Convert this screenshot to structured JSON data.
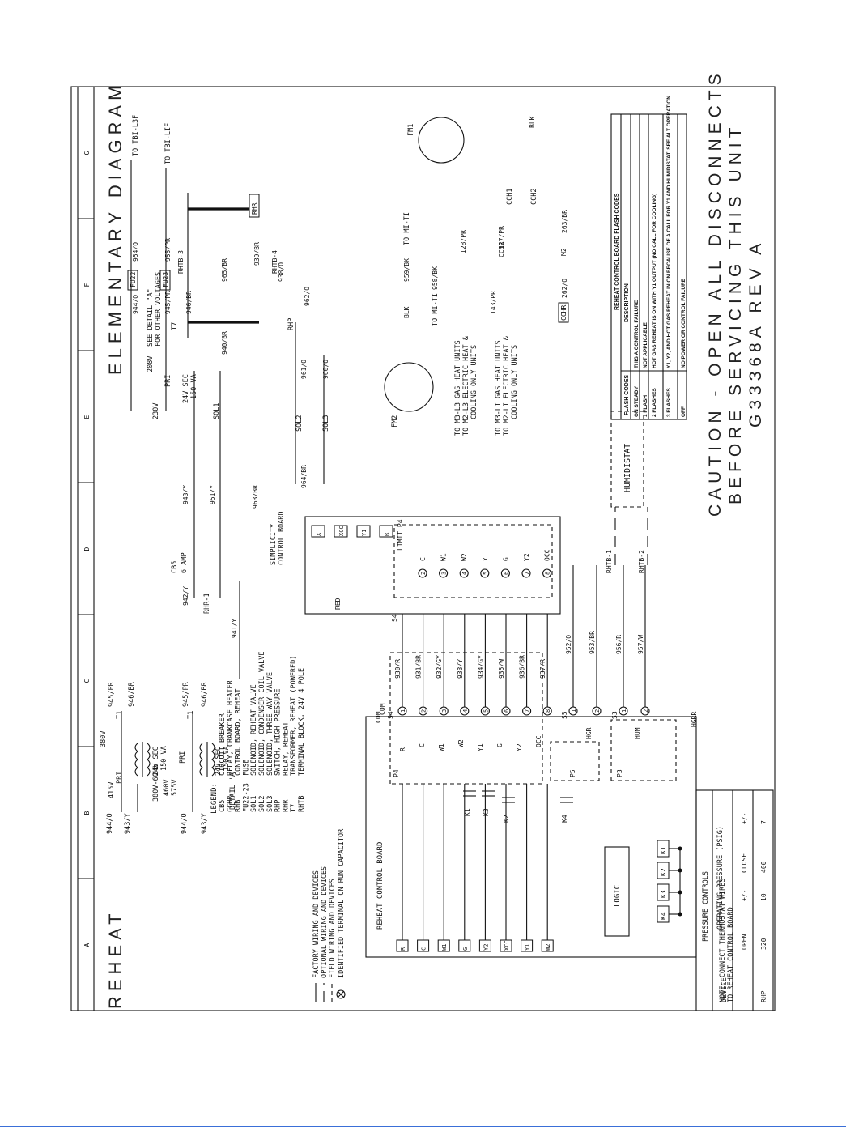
{
  "title": {
    "heading": "ELEMENTARY DIAGRAM",
    "model": "REHEAT",
    "caution": [
      "CAUTION - OPEN ALL DISCONNECTS",
      "BEFORE SERVICING THIS UNIT",
      "G33368A REV A"
    ]
  },
  "zones": [
    "A",
    "B",
    "C",
    "D",
    "E",
    "F",
    "G"
  ],
  "legend": {
    "heading": "LEGEND:",
    "items": [
      {
        "code": "CB5",
        "desc": "CIRCUIT BREAKER"
      },
      {
        "code": "CCHR",
        "desc": "RELAY, CRANKCASE HEATER"
      },
      {
        "code": "RHB",
        "desc": "CONTROL BOARD, REHEAT"
      },
      {
        "code": "FU22-23",
        "desc": "FUSE"
      },
      {
        "code": "SOL1",
        "desc": "SOLENOID, REHEAT VALVE"
      },
      {
        "code": "SOL2",
        "desc": "SOLENOID, CONDENSER COIL VALVE"
      },
      {
        "code": "SOL3",
        "desc": "SOLENOID, THREE WAY VALVE"
      },
      {
        "code": "RHP",
        "desc": "SWITCH, HIGH PRESSURE"
      },
      {
        "code": "RHR",
        "desc": "RELAY, REHEAT"
      },
      {
        "code": "T7",
        "desc": "TRANSFORMER, REHEAT (POWERED)"
      },
      {
        "code": "RHTB",
        "desc": "TERMINAL BLOCK, 24V 4 POLE"
      }
    ],
    "symbols": [
      "FACTORY WIRING AND DEVICES",
      "OPTIONAL WIRING AND DEVICES",
      "FIELD WIRING AND DEVICES",
      "IDENTIFIED TERMINAL ON RUN CAPACITOR"
    ]
  },
  "detail_a": {
    "label": "DETAIL 'A'",
    "freq": "380V-60Hz",
    "upper": {
      "taps": [
        "415V",
        "380V"
      ],
      "pri": "PRI",
      "sec": "24V SEC",
      "va": "150 VA",
      "t": "T1"
    },
    "lower": {
      "taps": [
        "460V",
        "575V"
      ],
      "pri": "PRI",
      "sec": "24V SEC",
      "va": "150 VA",
      "t": "T1"
    },
    "wires": [
      "944/O",
      "943/Y",
      "945/PR",
      "946/BR",
      "944/O",
      "943/Y",
      "945/PR",
      "946/BR"
    ]
  },
  "wires": {
    "w930": "930/R",
    "w931": "931/BR",
    "w932": "932/GY",
    "w933": "933/Y",
    "w934": "934/GY",
    "w935": "935/W",
    "w936": "936/BR",
    "w937": "937/R",
    "w952": "952/O",
    "w953": "953/BR",
    "w956": "956/R",
    "w957": "957/W",
    "w941": "941/Y",
    "w942": "942/Y",
    "w943": "943/Y",
    "w951": "951/Y",
    "w963": "963/BR",
    "w964": "964/BR",
    "w940": "940/BR",
    "w946": "946/BR",
    "w944": "944/O",
    "w945": "945/PR",
    "w954": "954/O",
    "w955": "955/PR",
    "w965": "965/BR",
    "w961": "961/O",
    "w960": "960/O",
    "w962": "962/O",
    "w938": "938/O",
    "w939": "939/BR",
    "w959": "959/BK",
    "w958": "958/BK",
    "w128": "128/PR",
    "w143": "143/PR",
    "w127": "127/PR",
    "w262": "262/O",
    "w263": "263/BR",
    "red": "RED",
    "blk": "BLK"
  },
  "components": {
    "cb5": "CB5",
    "cb5_rating": "6 AMP",
    "rhr1": "RHR-1",
    "simplicity": [
      "SIMPLICITY",
      "CONTROL BOARD"
    ],
    "t7_taps": [
      "230V",
      "208V"
    ],
    "t7_pri": "PRI",
    "t7_sec": "24V SEC",
    "t7_va": "150 VA",
    "t7": "T7",
    "see_detail": [
      "SEE DETAIL \"A\"",
      "FOR OTHER VOLTAGES"
    ],
    "fu22": "FU22",
    "fu23": "FU23",
    "rhtb3": "RHTB-3",
    "rhtb4": "RHTB-4",
    "rhr": "RHR",
    "sol1": "SOL1",
    "sol2": "SOL2",
    "sol3": "SOL3",
    "rhp": "RHP",
    "to_tb1_l3f": "TO TBI-L3F",
    "to_tb1_l1f": "TO TBI-LIF",
    "fm1": "FM1",
    "fm2": "FM2",
    "to_m1_t1": "TO MI-TI",
    "to_m1_ti": "TO MI-TI",
    "gas1": [
      "TO M3-L3 GAS HEAT UNITS",
      "TO M2-L3 ELECTRIC HEAT &",
      "COOLING ONLY UNITS"
    ],
    "gas2": [
      "TO M3-LI GAS HEAT UNITS",
      "TO M2-LI ELECTRIC HEAT &",
      "COOLING ONLY UNITS"
    ],
    "cchr": "CCHR",
    "cch1": "CCH1",
    "cch2": "CCH2",
    "m2": "M2",
    "humidistat": "HUMIDISTAT",
    "rhtb1": "RHTB-1",
    "rhtb2": "RHTB-2",
    "reheat_board": "REHEAT CONTROL BOARD",
    "logic": "LOGIC",
    "s4": "S4",
    "s5": "S5",
    "s3": "S3",
    "com": "COM",
    "hgrr": "HGRR",
    "limit_p4": "LIMIT P4",
    "simp_terms": [
      "X",
      "XCC",
      "Y1",
      "R"
    ],
    "p4_terms": [
      "C",
      "W1",
      "W2",
      "Y1",
      "G",
      "Y2",
      "OCC"
    ],
    "rhb_p4": [
      "R",
      "C",
      "W1",
      "W2",
      "Y1",
      "G",
      "Y2",
      "OCC"
    ],
    "rhb_p5": "HGR",
    "rhb_p3": "HUM",
    "p4": "P4",
    "p5": "P5",
    "p3": "P3",
    "relays": [
      "K1",
      "K3",
      "K2",
      "K4"
    ],
    "logic_relays": [
      "K1",
      "K2",
      "K3",
      "K4"
    ],
    "t_stat": [
      "R",
      "C",
      "W1",
      "G",
      "Y2",
      "XCC",
      "Y1",
      "W2"
    ]
  },
  "note": [
    "NOTE: CONNECT THERMOSTAT WIRES",
    "TO REHEAT CONTROL BOARD"
  ],
  "pressure_controls": {
    "title": "PRESSURE CONTROLS",
    "headers": [
      "DEVICE",
      "OPERATING PRESSURE (PSIG)",
      "OPEN",
      "+/-",
      "CLOSE",
      "+/-"
    ],
    "rows": [
      [
        "RHP",
        "320",
        "10",
        "400",
        "7"
      ]
    ]
  },
  "flash_codes": {
    "title": "REHEAT CONTROL BOARD FLASH CODES",
    "headers": [
      "FLASH CODES",
      "DESCRIPTION"
    ],
    "rows": [
      [
        "ON STEADY",
        "THIS A CONTROL FAILURE"
      ],
      [
        "1 FLASH",
        "NOT APPLICABLE"
      ],
      [
        "2 FLASHES",
        "HOT GAS REHEAT IS ON WITH Y1 OUTPUT (NO CALL FOR COOLING)"
      ],
      [
        "3 FLASHES",
        "Y1, Y2, AND HOT GAS REHEAT IN ON BECAUSE OF A CALL FOR Y1 AND HUMIDISTAT. SEE ALT OPERATION"
      ],
      [
        "OFF",
        "NO POWER OR CONTROL FAILURE"
      ]
    ]
  }
}
